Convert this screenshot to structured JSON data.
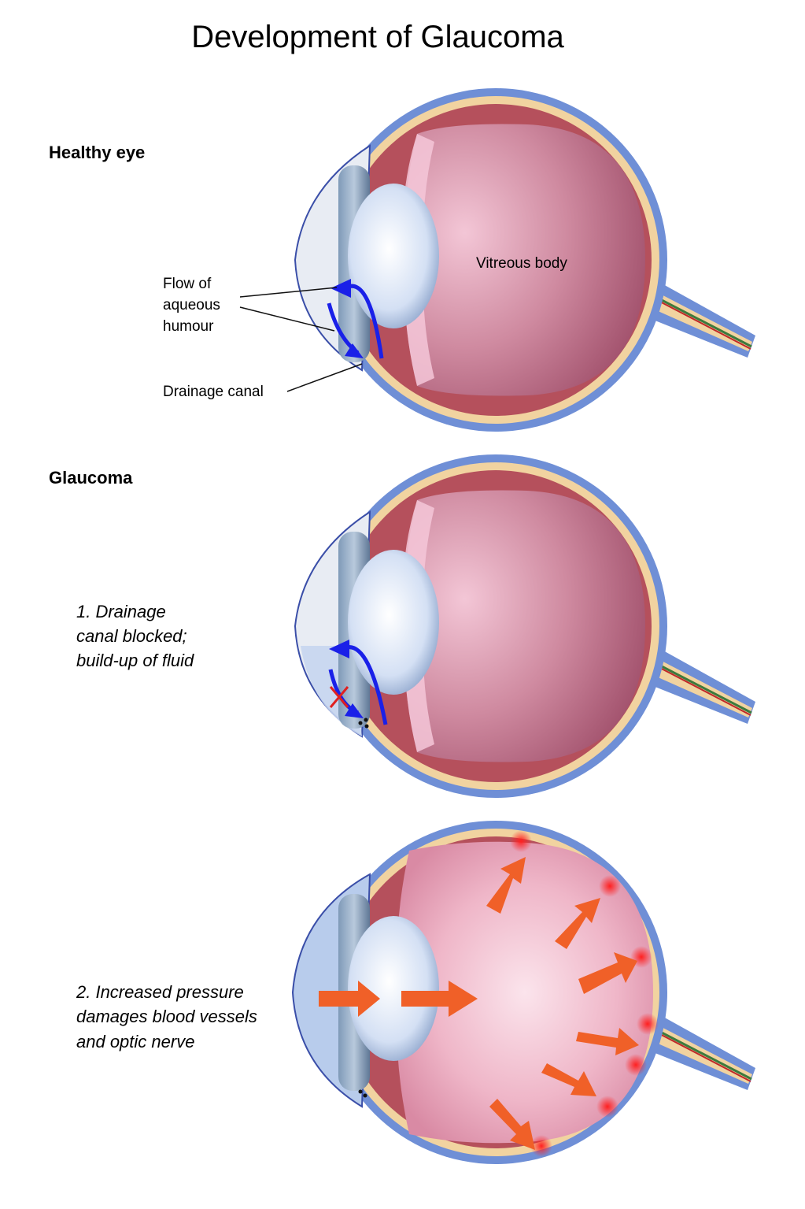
{
  "title": "Development of Glaucoma",
  "sections": {
    "healthy": "Healthy eye",
    "glaucoma": "Glaucoma"
  },
  "labels": {
    "vitreous": "Vitreous body",
    "flow_line1": "Flow of",
    "flow_line2": "aqueous",
    "flow_line3": "humour",
    "drainage": "Drainage canal"
  },
  "steps": {
    "step1_line1": "1. Drainage",
    "step1_line2": "canal blocked;",
    "step1_line3": "build-up of fluid",
    "step2_line1": "2. Increased pressure",
    "step2_line2": "damages blood vessels",
    "step2_line3": "and optic nerve"
  },
  "colors": {
    "sclera": "#6f8fd6",
    "choroid": "#b5505c",
    "retina": "#f1d3a0",
    "vitreous": "#c97a92",
    "lens": "#dfe8f7",
    "cornea": "#c9d6ea",
    "flow_arrow": "#1a20e8",
    "pressure_arrow": "#f06028",
    "block_mark": "#e02020"
  }
}
